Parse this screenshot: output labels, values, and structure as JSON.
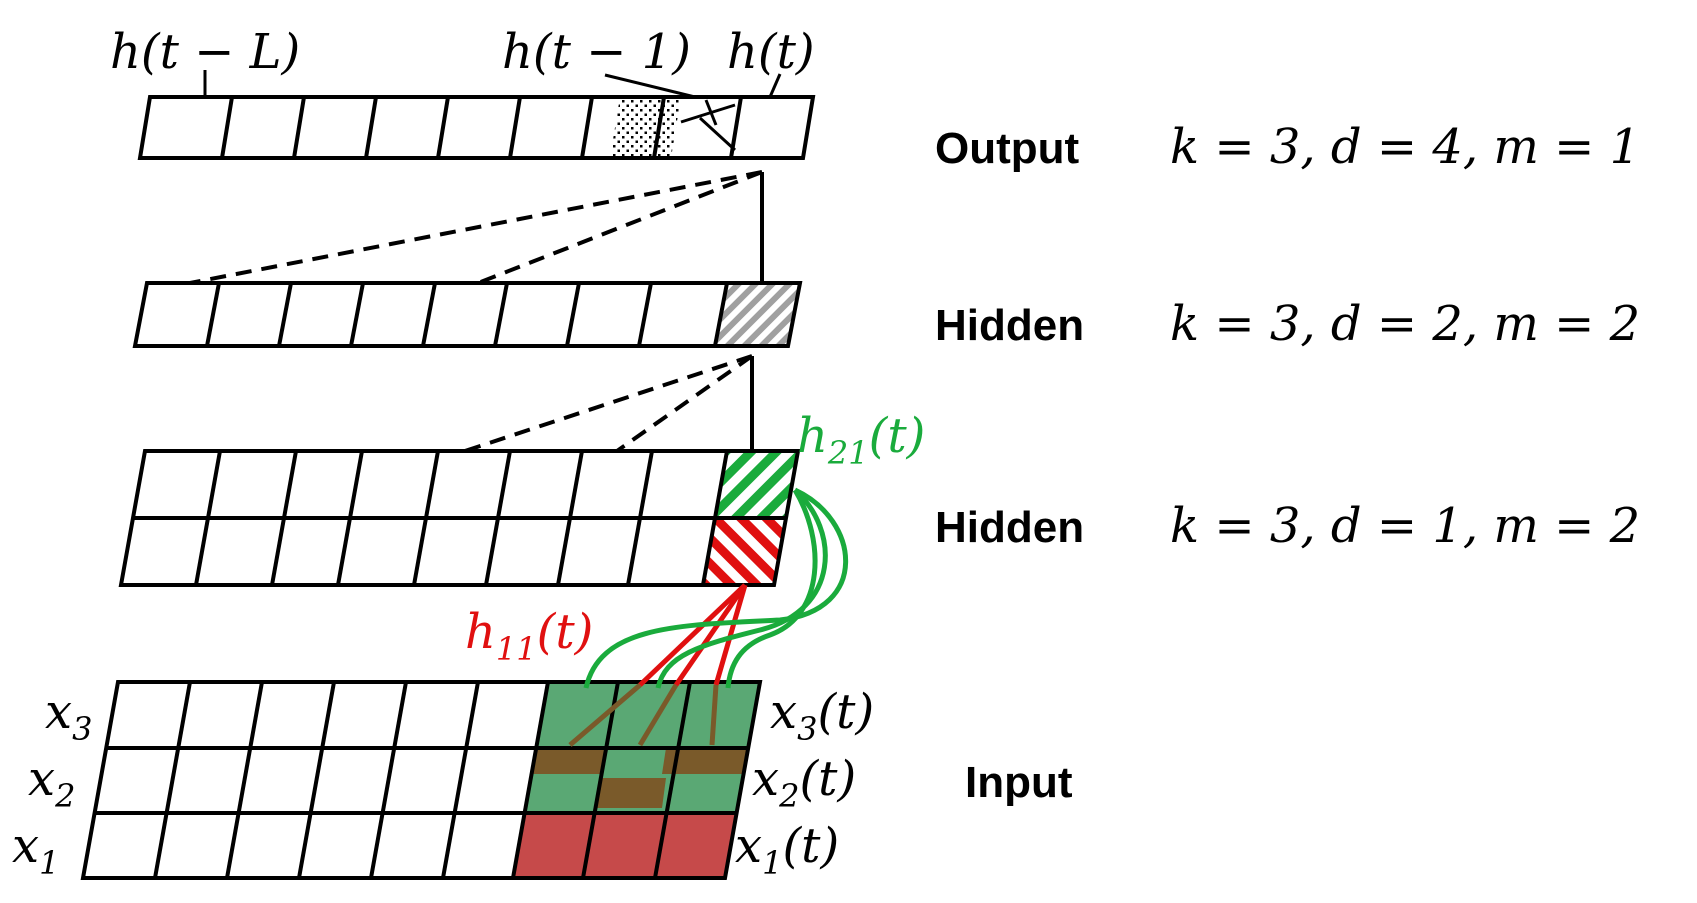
{
  "top_labels": {
    "h_t_minus_L": "h(t − L)",
    "h_t_minus_1": "h(t − 1)",
    "h_t": "h(t)"
  },
  "layers": [
    {
      "name": "Output",
      "params": "k = 3, d = 4, m = 1"
    },
    {
      "name": "Hidden",
      "params": "k = 3, d = 2, m = 2"
    },
    {
      "name": "Hidden",
      "params": "k = 3, d = 1, m = 2"
    },
    {
      "name": "Input",
      "params": ""
    }
  ],
  "channel_labels": {
    "h21": {
      "base": "h",
      "sub": "21",
      "arg": "(t)"
    },
    "h11": {
      "base": "h",
      "sub": "11",
      "arg": "(t)"
    }
  },
  "input_labels": {
    "left": [
      {
        "base": "x",
        "sub": "3"
      },
      {
        "base": "x",
        "sub": "2"
      },
      {
        "base": "x",
        "sub": "1"
      }
    ],
    "right": [
      {
        "base": "x",
        "sub": "3",
        "arg": "(t)"
      },
      {
        "base": "x",
        "sub": "2",
        "arg": "(t)"
      },
      {
        "base": "x",
        "sub": "1",
        "arg": "(t)"
      }
    ]
  },
  "colors": {
    "green_channel": "#1aab3c",
    "red_channel": "#e01010",
    "input_green": "#5aa874",
    "input_red": "#c64a4a",
    "input_brown": "#7a5a2a",
    "hidden_gray": "#a0a0a0"
  }
}
